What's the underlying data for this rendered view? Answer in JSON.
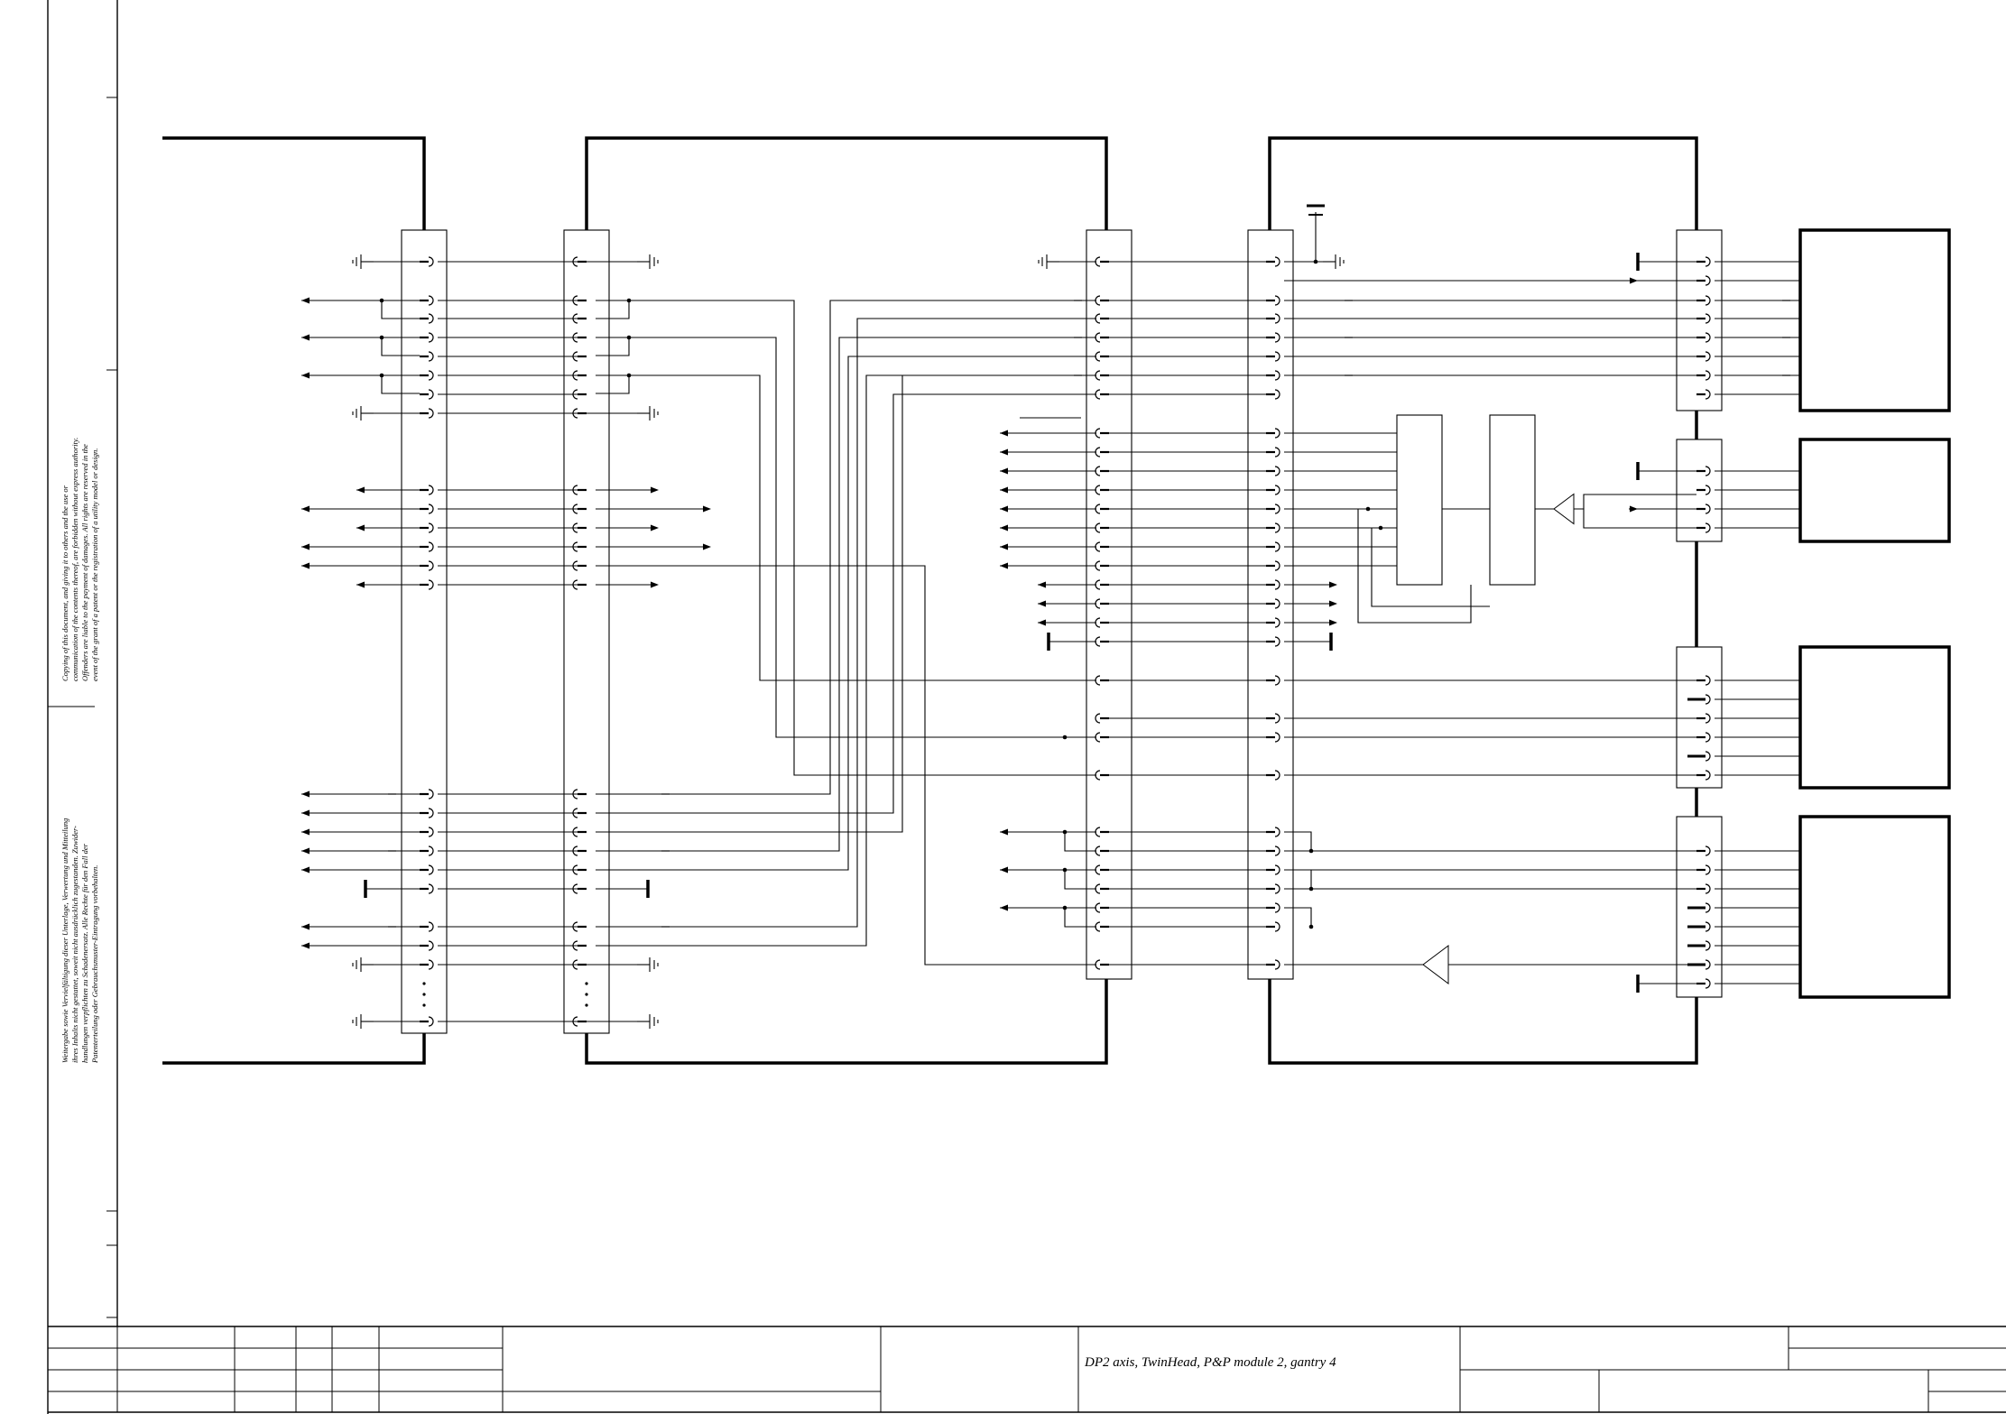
{
  "document": {
    "title_block_text": "DP2 axis, TwinHead, P&P module 2, gantry 4",
    "notice_en": [
      "Copying of this document, and giving it to others and the use or",
      "communication of the contents thereof, are forbidden without express authority.",
      "Offenders are liable to the payment of damages. All rights are reserved in the",
      "event of the grant of a patent or the registration of a utility model or design."
    ],
    "notice_de": [
      "Weitergabe sowie Vervielfältigung dieser Unterlage, Verwertung und Mitteilung",
      "ihres Inhalts nicht gestattet, soweit nicht ausdrücklich zugestanden. Zuwider-",
      "handlungen verpflichten zu Schadenersatz. Alle Rechte für den Fall der",
      "Patenterteilung oder Gebrauchsmuster-Eintragung vorbehalten."
    ]
  }
}
